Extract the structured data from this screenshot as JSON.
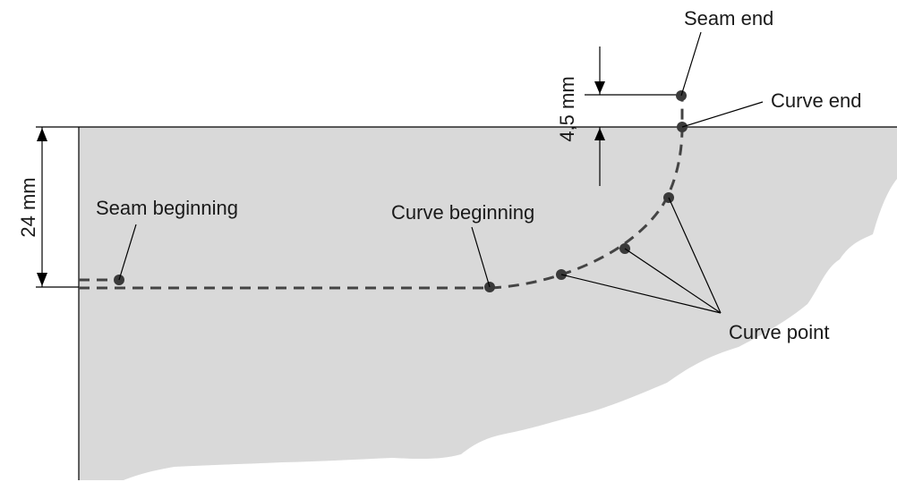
{
  "labels": {
    "seam_end": "Seam end",
    "curve_end": "Curve end",
    "seam_beginning": "Seam beginning",
    "curve_beginning": "Curve beginning",
    "curve_point": "Curve point"
  },
  "dimensions": {
    "height_24": "24 mm",
    "height_4_5": "4,5 mm"
  },
  "colors": {
    "fabric": "#d9d9d9",
    "seam": "#444444",
    "point": "#3a3a3a"
  }
}
